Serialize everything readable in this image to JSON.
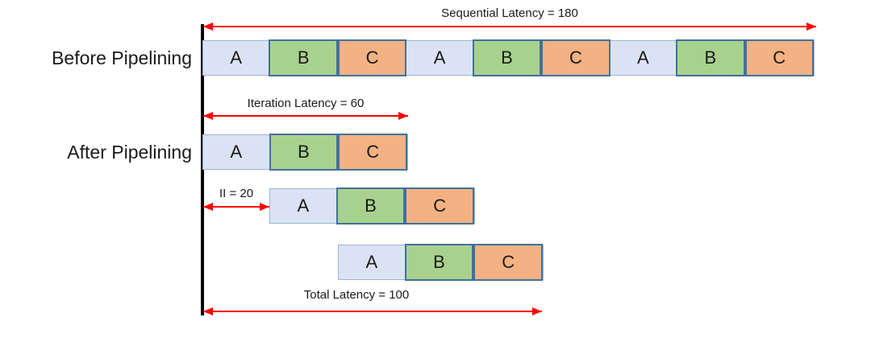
{
  "colors": {
    "stage-a-fill": "#dae3f3",
    "stage-a-border": "#9db3d9",
    "stage-b-fill": "#a9d18e",
    "stage-c-fill": "#f4b183",
    "stage-border": "#41719c",
    "arrow": "#ff0000",
    "text": "#1a1a1a",
    "axis": "#000000"
  },
  "labels": {
    "before": "Before Pipelining",
    "after": "After Pipelining"
  },
  "annotations": {
    "sequential": "Sequential Latency = 180",
    "iteration": "Iteration Latency = 60",
    "ii": "II = 20",
    "total": "Total Latency = 100"
  },
  "rows": {
    "before": {
      "cells": [
        "A",
        "B",
        "C",
        "A",
        "B",
        "C",
        "A",
        "B",
        "C"
      ]
    },
    "after1": {
      "cells": [
        "A",
        "B",
        "C"
      ]
    },
    "after2": {
      "cells": [
        "A",
        "B",
        "C"
      ]
    },
    "after3": {
      "cells": [
        "A",
        "B",
        "C"
      ]
    }
  }
}
